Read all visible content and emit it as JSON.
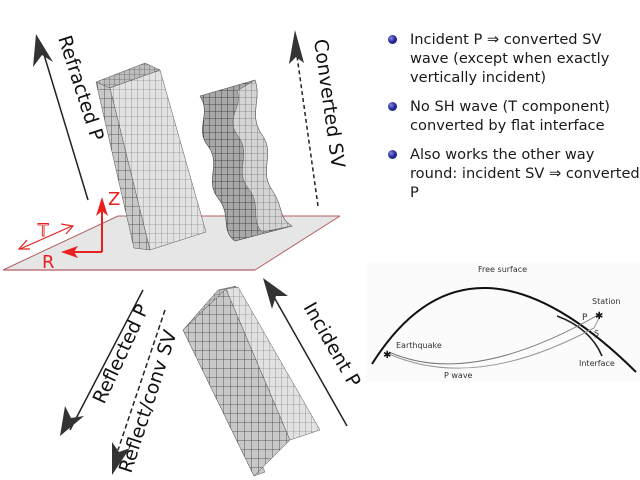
{
  "wave_labels": {
    "refracted_p": "Refracted P",
    "converted_sv": "Converted SV",
    "reflected_p": "Reflected P",
    "reflect_conv_sv": "Reflect/conv SV",
    "incident_p": "Incident P"
  },
  "axes": {
    "z": "Z",
    "t": "T",
    "r": "R",
    "color": "#e8201f"
  },
  "bullets": [
    {
      "text": "Incident P ⇒ converted SV wave (except when exactly vertically incident)"
    },
    {
      "text": "No SH wave (T component) converted by flat interface"
    },
    {
      "text": "Also works the other way round: incident SV ⇒ converted P"
    }
  ],
  "earth_diagram": {
    "free_surface": "Free surface",
    "station": "Station",
    "earthquake": "Earthquake",
    "p_wave": "P wave",
    "interface": "Interface",
    "p_label": "P",
    "s_label": "S"
  },
  "colors": {
    "bullet": "#2b2ba0",
    "interface_edge": "#b06060",
    "plane_fill": "#e6e6e6"
  }
}
